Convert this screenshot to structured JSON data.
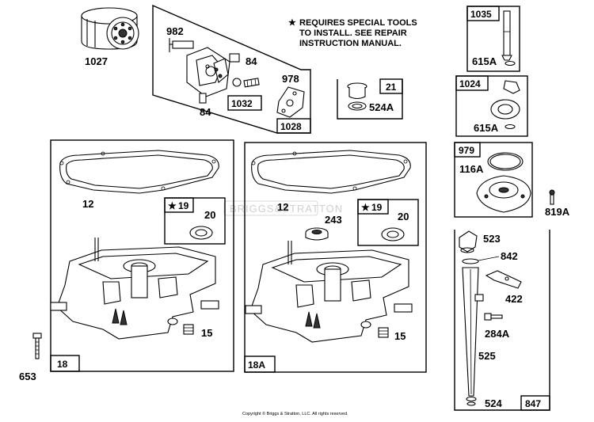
{
  "note": {
    "star": "★",
    "line1": "REQUIRES SPECIAL TOOLS",
    "line2": "TO INSTALL.  SEE REPAIR",
    "line3": "INSTRUCTION MANUAL."
  },
  "watermark": "BRIGGS&STRATTON",
  "copyright": "Copyright © Briggs & Stratton, LLC. All rights reserved.",
  "parts": {
    "p1027": "1027",
    "p982": "982",
    "p84a": "84",
    "p84b": "84",
    "p978": "978",
    "p1032": "1032",
    "p1028": "1028",
    "p21": "21",
    "p524A": "524A",
    "p1035": "1035",
    "p615A_1": "615A",
    "p1024": "1024",
    "p615A_2": "615A",
    "p979": "979",
    "p116A": "116A",
    "p819A": "819A",
    "p12a": "12",
    "p19a": "19",
    "p20a": "20",
    "p15a": "15",
    "p18": "18",
    "p653": "653",
    "p12b": "12",
    "p243": "243",
    "p19b": "19",
    "p20b": "20",
    "p15b": "15",
    "p18A": "18A",
    "p523": "523",
    "p842": "842",
    "p422": "422",
    "p284A": "284A",
    "p525": "525",
    "p524": "524",
    "p847": "847"
  }
}
